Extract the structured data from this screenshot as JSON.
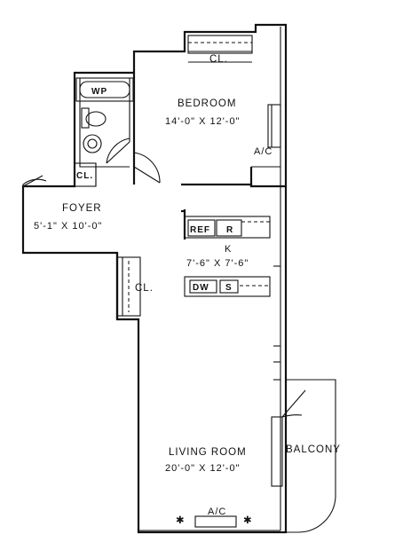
{
  "rooms": {
    "bedroom": {
      "name": "BEDROOM",
      "dims": "14'-0\" X 12'-0\""
    },
    "foyer": {
      "name": "FOYER",
      "dims": "5'-1\" X 10'-0\""
    },
    "kitchen": {
      "name": "K",
      "dims": "7'-6\" X 7'-6\""
    },
    "living": {
      "name": "LIVING ROOM",
      "dims": "20'-0\" X 12'-0\""
    },
    "balcony": {
      "name": "BALCONY"
    }
  },
  "fixtures": {
    "closet_bedroom": "CL.",
    "closet_foyer": "CL.",
    "closet_living": "CL.",
    "wp": "WP",
    "ac_bedroom": "A/C",
    "ac_living": "A/C",
    "ref": "REF",
    "range": "R",
    "dw": "DW",
    "sink": "S"
  }
}
